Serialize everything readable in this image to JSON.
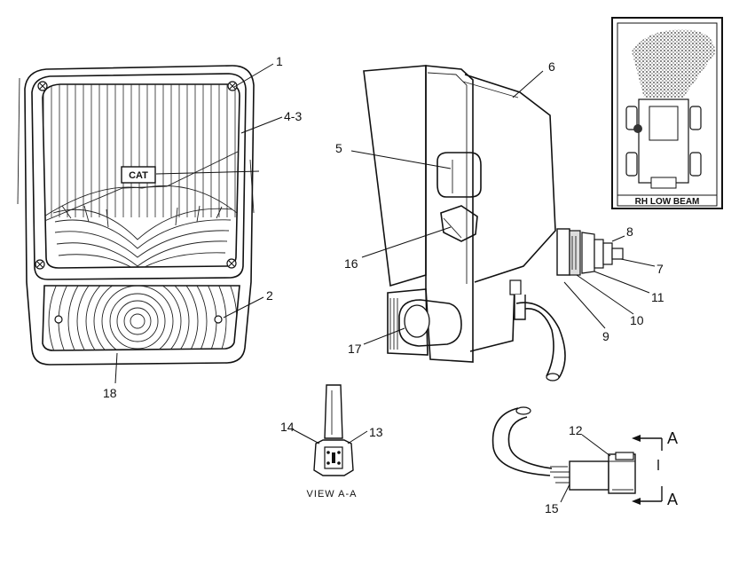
{
  "callouts": {
    "c1": "1",
    "c4_3": "4-3",
    "c2": "2",
    "c18": "18",
    "c5": "5",
    "c16": "16",
    "c17": "17",
    "c6": "6",
    "c8": "8",
    "c7": "7",
    "c11": "11",
    "c10": "10",
    "c9": "9",
    "c14": "14",
    "c13": "13",
    "c12": "12",
    "c15": "15"
  },
  "logo": "CAT",
  "inset": {
    "caption": "RH LOW BEAM"
  },
  "view": {
    "caption": "VIEW A-A"
  },
  "section": {
    "top": "A",
    "bottom": "A"
  }
}
